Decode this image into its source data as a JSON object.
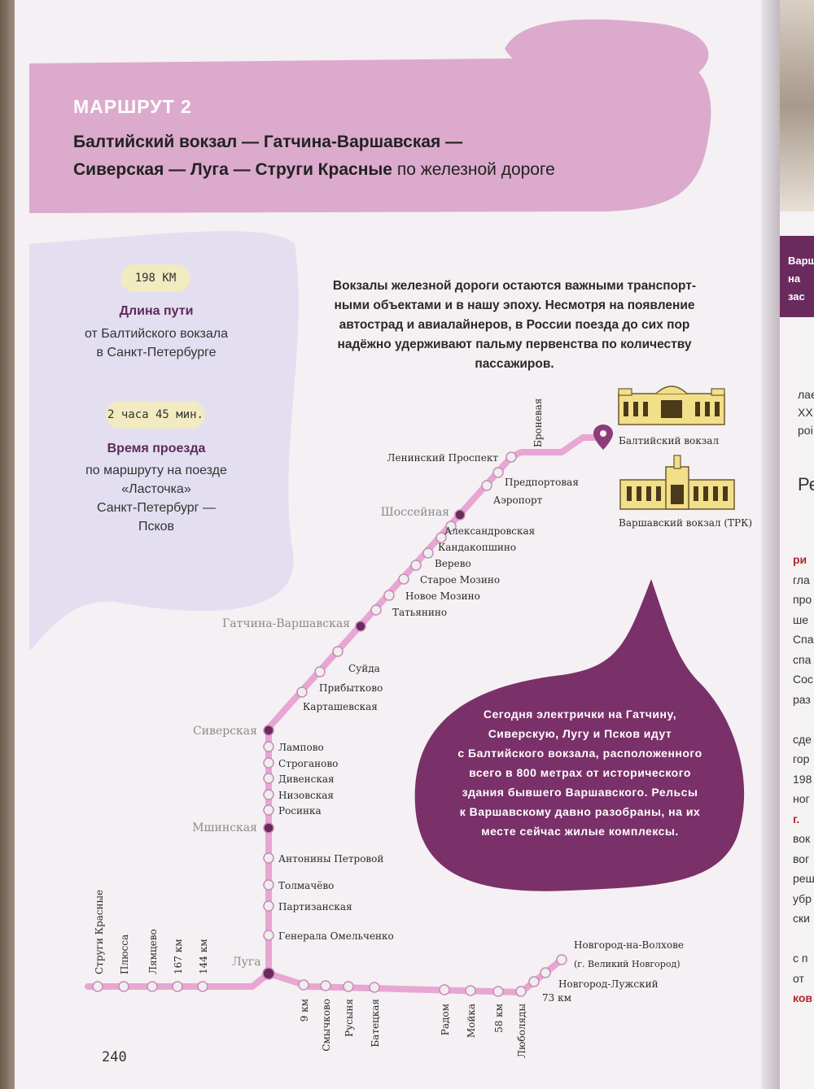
{
  "header": {
    "route_label": "МАРШРУТ 2",
    "title_line1": "Балтийский вокзал — Гатчина-Варшавская —",
    "title_line2_bold": "Сиверская — Луга — Струги Красные",
    "title_line2_plain": " по железной дороге"
  },
  "stats": {
    "distance": {
      "value": "198 КМ",
      "label": "Длина пути",
      "desc_line1": "от Балтийского вокзала",
      "desc_line2": "в Санкт-Петербурге"
    },
    "duration": {
      "value": "2 часа 45 мин.",
      "label": "Время проезда",
      "desc_line1": "по маршруту на поезде",
      "desc_line2": "«Ласточка»",
      "desc_line3": "Санкт-Петербург —",
      "desc_line4": "Псков"
    }
  },
  "intro": {
    "line1": "Вокзалы железной дороги остаются важными транспорт-",
    "line2": "ными объектами и в нашу эпоху. Несмотря на появление",
    "line3": "автострад и авиалайнеров, в России поезда до сих пор",
    "line4": "надёжно удерживают пальму первенства по количеству",
    "line5": "пассажиров."
  },
  "bubble": {
    "line1": "Сегодня электрички на Гатчину,",
    "line2": "Сиверскую, Лугу и Псков идут",
    "line3": "с Балтийского вокзала, расположенного",
    "line4": "всего в 800 метрах от исторического",
    "line5": "здания бывшего Варшавского. Рельсы",
    "line6": "к Варшавскому давно разобраны, на их",
    "line7": "месте сейчас жилые комплексы."
  },
  "map": {
    "terminal1": "Балтийский вокзал",
    "terminal2": "Варшавский вокзал (ТРК)",
    "stations": {
      "bronevaya": "Броневая",
      "leninsky": "Ленинский Проспект",
      "predportovaya": "Предпортовая",
      "aeroport": "Аэропорт",
      "shosseynaya": "Шоссейная",
      "aleksandrovskaya": "Александровская",
      "kandakopshino": "Кандакопшино",
      "verevo": "Верево",
      "staroe_mozino": "Старое Мозино",
      "novoe_mozino": "Новое Мозино",
      "tatyanino": "Татьянино",
      "gatchina": "Гатчина-Варшавская",
      "suyda": "Суйда",
      "pribytkovo": "Прибытково",
      "kartashevskaya": "Карташевская",
      "siverskaya": "Сиверская",
      "lampovo": "Лампово",
      "stroganovo": "Строганово",
      "divenskaya": "Дивенская",
      "nizovskaya": "Низовская",
      "rosinka": "Росинка",
      "mshinskaya": "Мшинская",
      "antoniny": "Антонины Петровой",
      "tolmachevo": "Толмачёво",
      "partizanskaya": "Партизанская",
      "omelchenko": "Генерала Омельченко",
      "luga": "Луга",
      "strugi": "Струги Красные",
      "plyussa": "Плюсса",
      "lyamtsevo": "Лямцево",
      "km167": "167 км",
      "km144": "144 км",
      "km9": "9 км",
      "smychkovo": "Смычково",
      "rusynya": "Русыня",
      "batetskaya": "Батецкая",
      "radom": "Радом",
      "moyka": "Мойка",
      "km58": "58 км",
      "lyubolyady": "Люболяды",
      "km73": "73 км",
      "novgorod_luzhsky": "Новгород-Лужский",
      "novgorod": "Новгород-на-Волхове",
      "novgorod_note": "(г. Великий Новгород)"
    }
  },
  "page_number": "240",
  "right_page": {
    "banner_line1": "Варш",
    "banner_line2": "на зас",
    "frag1": "лае",
    "frag2": "XX",
    "frag3": "роі",
    "heading": "Ре",
    "w1": "ри",
    "w2": "гла",
    "w3": "про",
    "w4": "ше",
    "w5": "Спа",
    "w6": "спа",
    "w7": "Сос",
    "w8": "раз",
    "w9": "сде",
    "w10": "гор",
    "w11": "198",
    "w12": "ног",
    "w13": "г.",
    "w14": "вок",
    "w15": "вог",
    "w16": "реш",
    "w17": "убр",
    "w18": "ски",
    "w19": "с п",
    "w20": "от",
    "w21": "ков"
  },
  "colors": {
    "accent": "#d9a9d0",
    "dark_plum": "#6b2a5e",
    "track": "#e7a7d2",
    "pill": "#f2eac0"
  }
}
